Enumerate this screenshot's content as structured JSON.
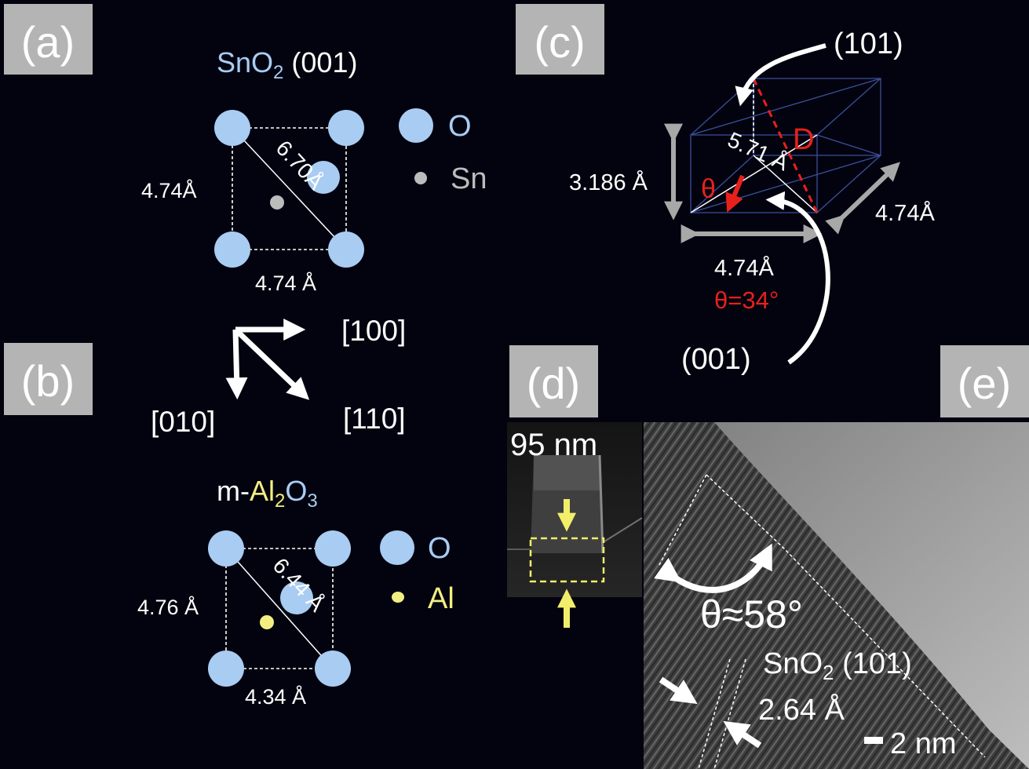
{
  "colors": {
    "background": "#03030f",
    "oxygen": "#a9ccf2",
    "tin": "#bcbcbc",
    "aluminum": "#f3ee82",
    "panel_label_bg": "#b4b4b4",
    "arrow_white": "#ffffff",
    "arrow_gray": "#a8a8a8",
    "theta_red": "#e8201c",
    "dash_yellow": "#f2ee6a"
  },
  "panels": {
    "a": "(a)",
    "b": "(b)",
    "c": "(c)",
    "d": "(d)",
    "e": "(e)"
  },
  "panel_a": {
    "title_formula": "SnO",
    "title_sub": "2",
    "title_plane": " (001)",
    "legend_o": "O",
    "legend_sn": "Sn",
    "dim_left": "4.74Å",
    "dim_bottom": "4.74 Å",
    "dim_diag": "6.70Å"
  },
  "directions": {
    "d100": "[100]",
    "d010": "[010]",
    "d110": "[110]"
  },
  "panel_b": {
    "title_prefix": "m-",
    "title_al": "Al",
    "title_sub2": "2",
    "title_o": "O",
    "title_sub3": "3",
    "legend_o": "O",
    "legend_al": "Al",
    "dim_left": "4.76 Å",
    "dim_bottom": "4.34 Å",
    "dim_diag": "6.44 Å"
  },
  "panel_c": {
    "plane_101": "(101)",
    "plane_001": "(001)",
    "label_d": "D",
    "theta": "θ",
    "dim_height": "3.186 Å",
    "dim_diag": "5.71 Å",
    "dim_depth": "4.74Å",
    "dim_width": "4.74Å",
    "angle": "θ=34°"
  },
  "panel_d": {
    "thickness": "95 nm"
  },
  "panel_e": {
    "angle": "θ≈58°",
    "plane_formula": "SnO",
    "plane_sub": "2",
    "plane_hkl": " (101)",
    "spacing": "2.64 Å",
    "scale_bar": "2 nm"
  }
}
